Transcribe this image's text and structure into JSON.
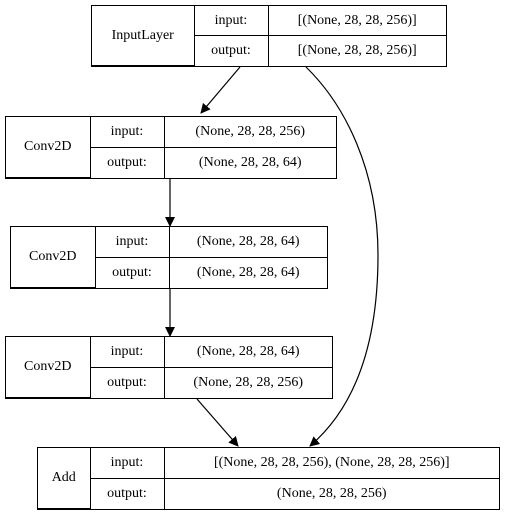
{
  "nodes": [
    {
      "id": "input_layer",
      "name": "InputLayer",
      "in_label": "input:",
      "in_shape": "[(None, 28, 28, 256)]",
      "out_label": "output:",
      "out_shape": "[(None, 28, 28, 256)]"
    },
    {
      "id": "conv2d_1",
      "name": "Conv2D",
      "in_label": "input:",
      "in_shape": "(None, 28, 28, 256)",
      "out_label": "output:",
      "out_shape": "(None, 28, 28, 64)"
    },
    {
      "id": "conv2d_2",
      "name": "Conv2D",
      "in_label": "input:",
      "in_shape": "(None, 28, 28, 64)",
      "out_label": "output:",
      "out_shape": "(None, 28, 28, 64)"
    },
    {
      "id": "conv2d_3",
      "name": "Conv2D",
      "in_label": "input:",
      "in_shape": "(None, 28, 28, 64)",
      "out_label": "output:",
      "out_shape": "(None, 28, 28, 256)"
    },
    {
      "id": "add",
      "name": "Add",
      "in_label": "input:",
      "in_shape": "[(None, 28, 28, 256), (None, 28, 28, 256)]",
      "out_label": "output:",
      "out_shape": "(None, 28, 28, 256)"
    }
  ],
  "edges": [
    {
      "from": "input_layer",
      "to": "conv2d_1"
    },
    {
      "from": "conv2d_1",
      "to": "conv2d_2"
    },
    {
      "from": "conv2d_2",
      "to": "conv2d_3"
    },
    {
      "from": "conv2d_3",
      "to": "add"
    },
    {
      "from": "input_layer",
      "to": "add"
    }
  ]
}
